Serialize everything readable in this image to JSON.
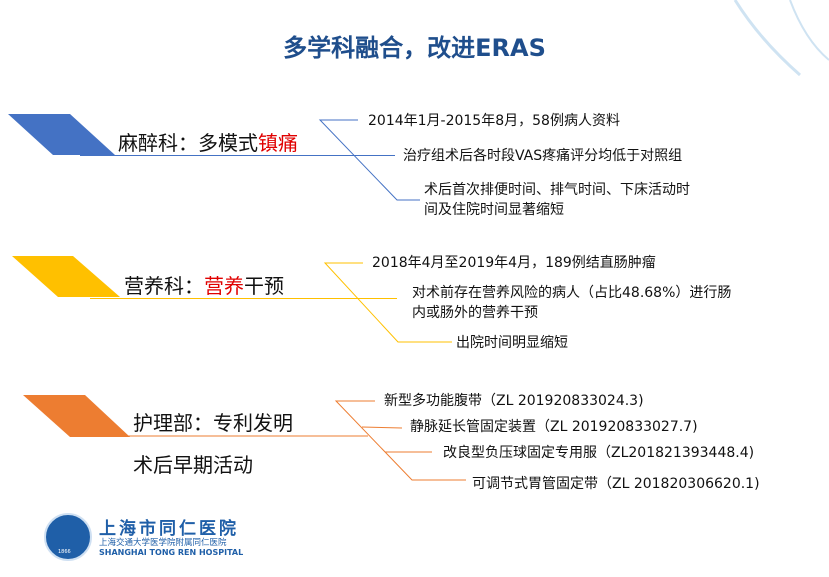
{
  "title": "多学科融合，改进ERAS",
  "sections": [
    {
      "dept": "麻醉科：",
      "topic_plain": "多模式",
      "topic_red": "镇痛",
      "color": "#4472c4",
      "items": [
        "2014年1月-2015年8月，58例病人资料",
        "治疗组术后各时段VAS疼痛评分均低于对照组",
        "术后首次排便时间、排气时间、下床活动时",
        "间及住院时间显著缩短"
      ]
    },
    {
      "dept": "营养科：",
      "topic_red": "营养",
      "topic_plain": "干预",
      "color": "#ffc000",
      "items": [
        "2018年4月至2019年4月，189例结直肠肿瘤",
        "对术前存在营养风险的病人（占比48.68%）进行肠",
        "内或肠外的营养干预",
        "出院时间明显缩短"
      ]
    },
    {
      "dept": "护理部：",
      "topic_plain": "专利发明",
      "subtitle": "术后早期活动",
      "color": "#ed7d31",
      "items": [
        "新型多功能腹带（ZL 201920833024.3)",
        "静脉延长管固定装置（ZL 201920833027.7)",
        "改良型负压球固定专用服（ZL201821393448.4)",
        "可调节式胃管固定带（ZL 201820306620.1)"
      ]
    }
  ],
  "logo": {
    "cn": "上海市同仁医院",
    "sub": "上海交通大学医学院附属同仁医院",
    "en": "SHANGHAI TONG REN HOSPITAL",
    "year": "1866"
  }
}
